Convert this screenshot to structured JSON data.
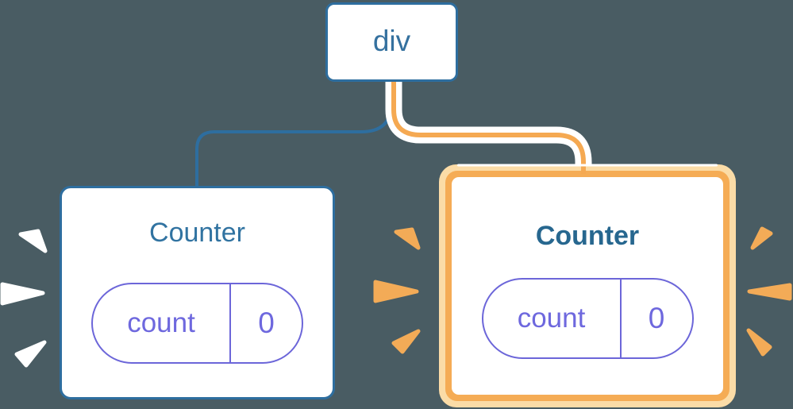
{
  "diagram": {
    "description": "React component tree diagram: a div root with two Counter children; the right Counter just re-rendered (orange highlight, glowing edge and sparks)",
    "root_node": {
      "label": "div"
    },
    "left_counter": {
      "title": "Counter",
      "state_pill": {
        "key": "count",
        "value": "0"
      }
    },
    "right_counter": {
      "title": "Counter",
      "state_pill": {
        "key": "count",
        "value": "0"
      }
    },
    "icons": {
      "left_sparks": "white spark wedges (3) pointing at left counter",
      "mid_sparks": "orange spark wedges (3) pointing at right counter",
      "right_sparks": "orange spark wedges (3) pointing at right counter"
    },
    "colors": {
      "background": "#495C63",
      "node_border_blue": "#2E6E9F",
      "node_text_blue": "#35719F",
      "counter_title_blue": "#2B6B94",
      "edge_blue": "#2E6E9F",
      "highlight_orange": "#F5AC55",
      "highlight_light_orange": "#FBDCA7",
      "spark_orange": "#F3AB57",
      "pill_purple": "#6C66D9",
      "pill_text_purple": "#6E68DE",
      "halo_white": "#FFFFFF",
      "card_background": "#FFFFFF"
    }
  }
}
